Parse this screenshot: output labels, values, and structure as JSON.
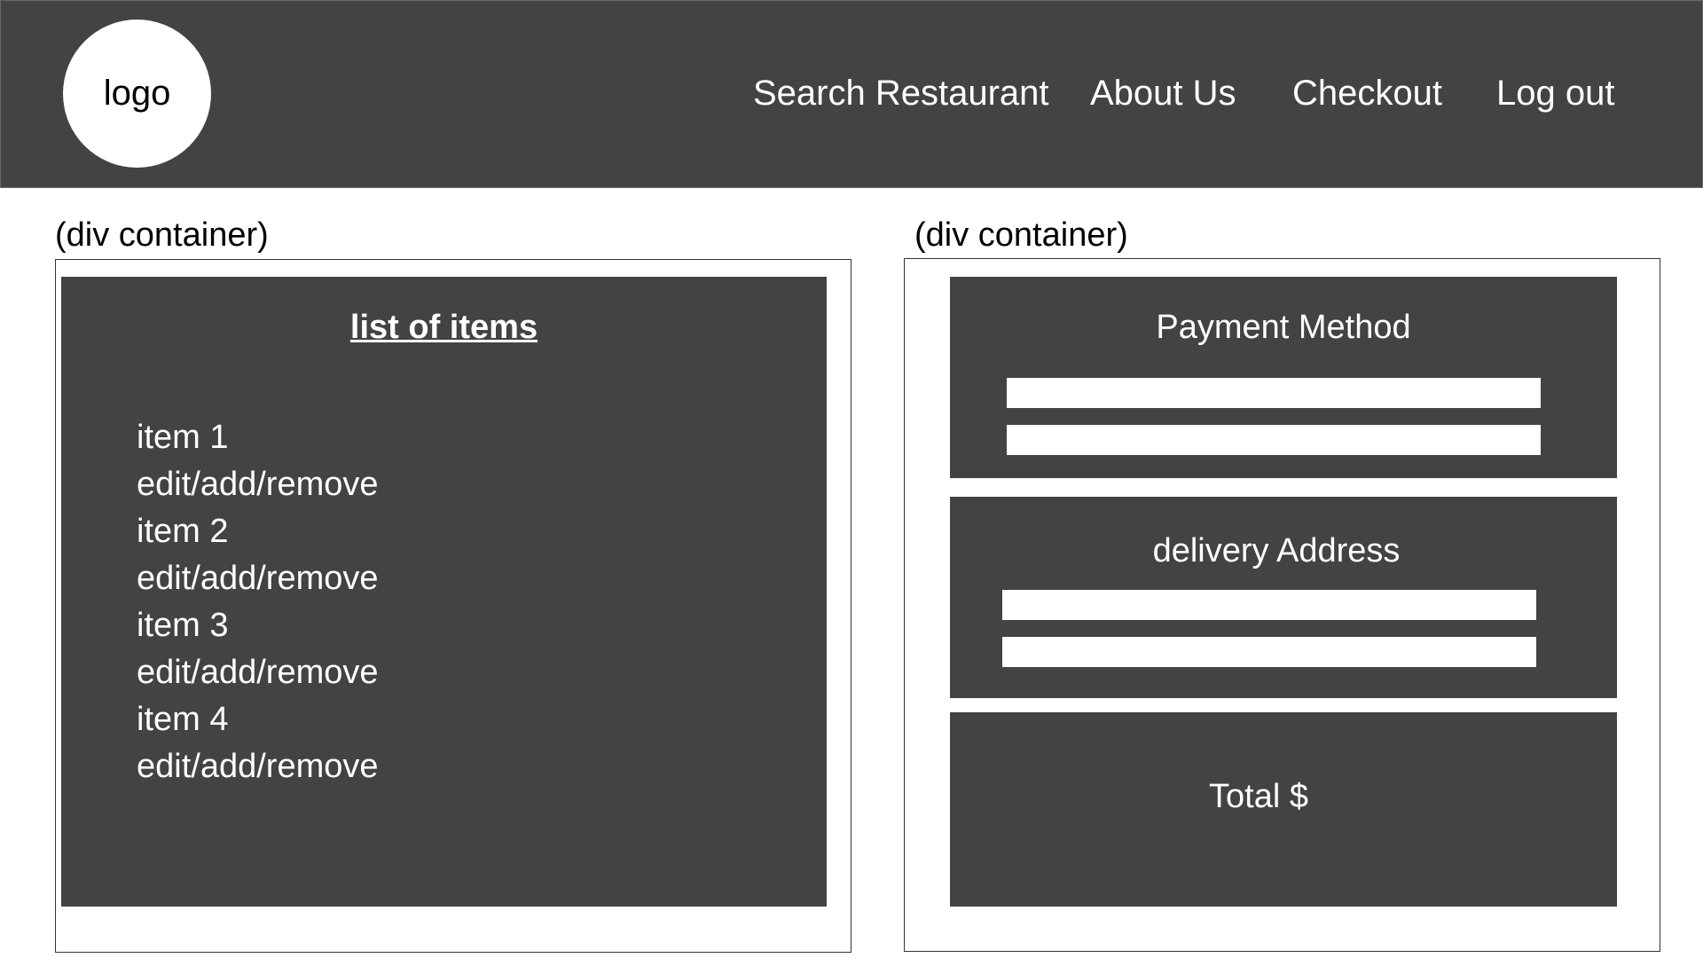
{
  "header": {
    "logo_label": "logo",
    "nav": {
      "search": "Search Restaurant",
      "about": "About Us",
      "checkout": "Checkout",
      "logout": "Log out"
    }
  },
  "left_container": {
    "caption": "(div container)",
    "title": "list of items",
    "items": [
      {
        "name": "item 1",
        "action": "edit/add/remove"
      },
      {
        "name": "item 2",
        "action": "edit/add/remove"
      },
      {
        "name": "item 3",
        "action": "edit/add/remove"
      },
      {
        "name": "item 4",
        "action": "edit/add/remove"
      }
    ]
  },
  "right_container": {
    "caption": "(div container)",
    "payment": {
      "title": "Payment Method",
      "fields": [
        "",
        ""
      ]
    },
    "address": {
      "title": "delivery Address",
      "fields": [
        "",
        ""
      ]
    },
    "total": {
      "label": "Total $"
    }
  },
  "colors": {
    "panel": "#434343",
    "text_on_panel": "#ffffff",
    "background": "#ffffff"
  }
}
